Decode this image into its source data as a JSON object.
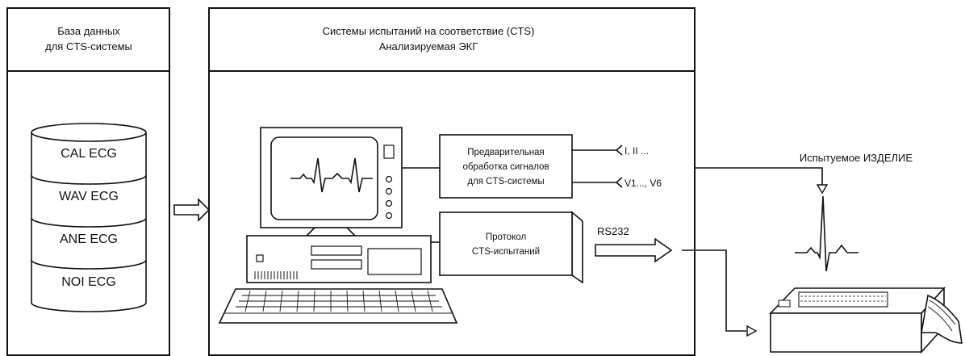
{
  "database_panel": {
    "title_line1": "База данных",
    "title_line2": "для CTS-системы",
    "ecg_sets": [
      "CAL ECG",
      "WAV ECG",
      "ANE ECG",
      "NOI ECG"
    ]
  },
  "cts_panel": {
    "title_line1": "Системы испытаний на соответствие (CTS)",
    "title_line2": "Анализируемая ЭКГ"
  },
  "preprocessing_box": {
    "line1": "Предварительная",
    "line2": "обработка сигналов",
    "line3": "для CTS-системы"
  },
  "protocol_box": {
    "line1": "Протокол",
    "line2": "CTS-испытаний"
  },
  "lead_labels": {
    "limb": "I, II ...",
    "chest": "V1..., V6"
  },
  "rs232_label": "RS232",
  "device_under_test_label": "Испытуемое ИЗДЕЛИЕ"
}
